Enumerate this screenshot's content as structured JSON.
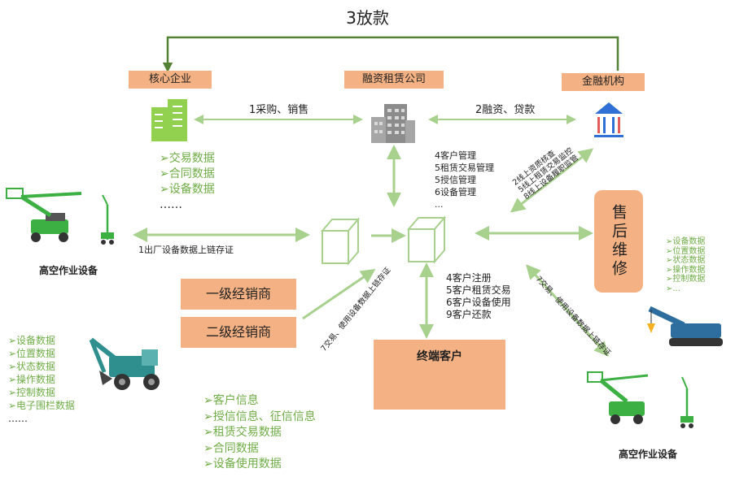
{
  "title": "3放款",
  "nodes": {
    "core_enterprise": "核心企业",
    "finance_leasing": "融资租赁公司",
    "financial_institution": "金融机构",
    "aftersales": "售后维修",
    "dealer_1": "一级经销商",
    "dealer_2": "二级经销商",
    "end_customer": "终端客户",
    "equipment_left": "高空作业设备",
    "equipment_right": "高空作业设备"
  },
  "edges": {
    "purchase_sale": "1采购、销售",
    "financing_loan": "2融资、贷款",
    "factory_chain": "1出厂设备数据上链存证",
    "dealer_chain": "7交易、使用设备数据上链存证",
    "equipment_chain": "7交易、使用设备数据上链存证",
    "fin_diag": [
      "2线上资质核查",
      "5线上租赁交易监控",
      "8线上设备履职监管"
    ]
  },
  "lists": {
    "core_data": [
      "➢交易数据",
      "➢合同数据",
      "➢设备数据",
      "……"
    ],
    "leasing_mgmt": [
      "4客户管理",
      "5租赁交易管理",
      "5授信管理",
      "6设备管理",
      "..."
    ],
    "customer_actions": [
      "4客户注册",
      "5客户租赁交易",
      "6客户设备使用",
      "9客户还款"
    ],
    "excavator_data": [
      "➢设备数据",
      "➢位置数据",
      "➢状态数据",
      "➢操作数据",
      "➢控制数据",
      "➢电子围栏数据",
      "……"
    ],
    "customer_info": [
      "➢客户信息",
      "➢授信信息、征信信息",
      "➢租赁交易数据",
      "➢合同数据",
      "➢设备使用数据"
    ],
    "crane_data": [
      "➢设备数据",
      "➢位置数据",
      "➢状态数据",
      "➢操作数据",
      "➢控制数据",
      "➢..."
    ]
  },
  "colors": {
    "node_fill": "#f4b183",
    "arrow_green": "#a9d18e",
    "loop_green": "#548235",
    "list_green": "#70ad47",
    "bank_blue": "#2f6fd6"
  },
  "icons": [
    "building-icon",
    "office-building-icon",
    "bank-icon",
    "cube-icon",
    "boom-lift-icon",
    "excavator-icon",
    "crane-icon",
    "customer-icon"
  ]
}
